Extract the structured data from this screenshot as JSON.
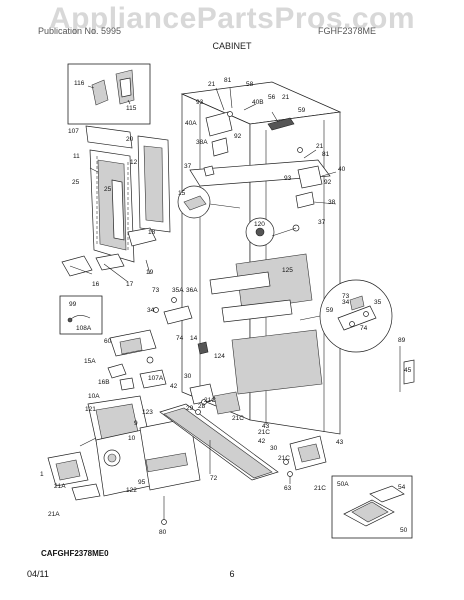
{
  "watermark": "AppliancePartsPros.com",
  "header": {
    "left": "Publication No. 5995",
    "right": "FGHF2378ME",
    "title": "CABINET"
  },
  "model_code": "CAFGHF2378ME0",
  "footer": {
    "date": "04/11",
    "page": "6"
  },
  "callouts": {
    "c116": "116",
    "c115": "115",
    "c107": "107",
    "c20": "20",
    "c12": "12",
    "c11": "11",
    "c25a": "25",
    "c25b": "25",
    "c18": "18",
    "c16": "16",
    "c17": "17",
    "c19": "19",
    "c73": "73",
    "c35A": "35A",
    "c36A": "36A",
    "c34": "34",
    "c99": "99",
    "c108A": "108A",
    "c60": "60",
    "c15A": "15A",
    "c10A": "10A",
    "c16B": "16B",
    "c107A": "107A",
    "c14": "14",
    "c74a": "74",
    "c124": "124",
    "c121": "121",
    "c123": "123",
    "c9": "9",
    "c10": "10",
    "c1": "1",
    "c21Aa": "21A",
    "c21Ab": "21A",
    "c95": "95",
    "c122": "122",
    "c80": "80",
    "c72": "72",
    "c30a": "30",
    "c42a": "42",
    "c28": "28",
    "c29": "29",
    "c21Ca": "21C",
    "c21Cb": "21C",
    "c21Cc": "21C",
    "c21Cd": "21C",
    "c21Ce": "21C",
    "c42b": "42",
    "c30b": "30",
    "c43a": "43",
    "c43b": "43",
    "c63": "63",
    "c21a": "21",
    "c81a": "81",
    "c58a": "58",
    "c93a": "93",
    "c40A": "40A",
    "c38A": "38A",
    "c40B": "40B",
    "c56": "56",
    "c21b": "21",
    "c59": "59",
    "c92a": "92",
    "c37a": "37",
    "c21c": "21",
    "c81b": "81",
    "c93b": "93",
    "c40": "40",
    "c92b": "92",
    "c38": "38",
    "c37b": "37",
    "c15": "15",
    "c120": "120",
    "c125": "125",
    "c89": "89",
    "c45": "45",
    "c59b": "59",
    "c73b": "73",
    "c34b": "34",
    "c35": "35",
    "c74b": "74",
    "c50A": "50A",
    "c54": "54",
    "c50": "50"
  }
}
